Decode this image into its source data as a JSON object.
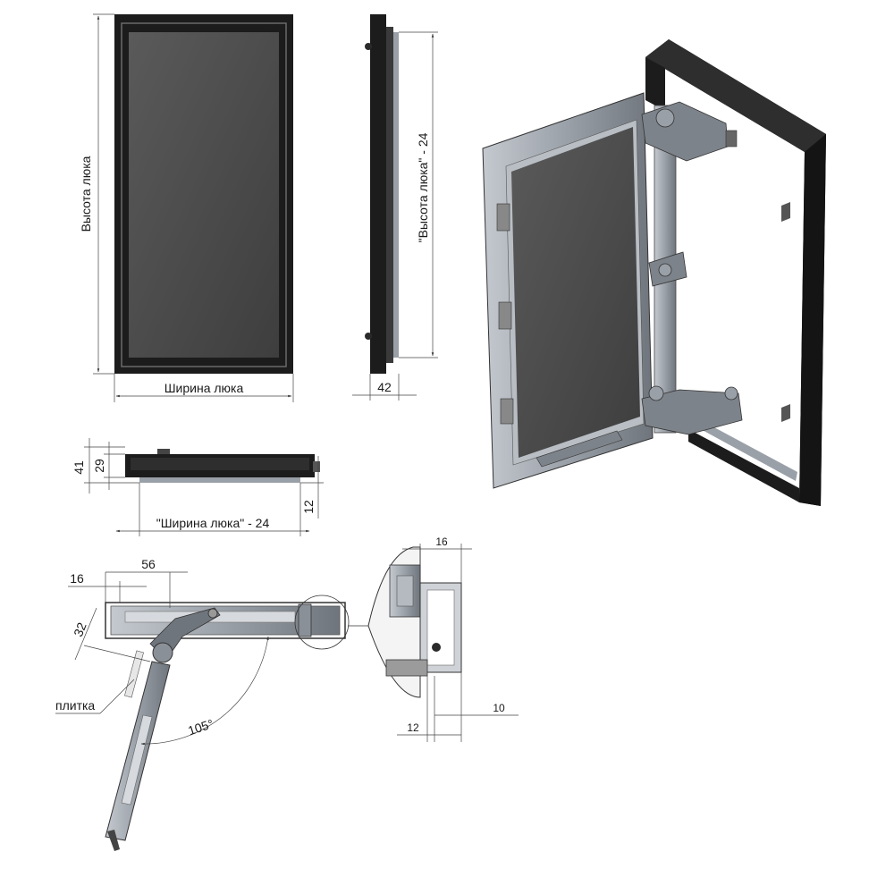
{
  "front_view": {
    "height_label": "Высота люка",
    "width_label": "Ширина люка"
  },
  "side_view": {
    "inner_height_label": "\"Высота люка\" - 24",
    "depth_label": "42"
  },
  "bottom_view": {
    "total_depth_label": "41",
    "frame_depth_label": "29",
    "offset_label": "12",
    "inner_width_label": "\"Ширина люка\" - 24"
  },
  "section_view": {
    "dim_16_label": "16",
    "dim_56_label": "56",
    "dim_32_label": "32",
    "tile_label": "плитка",
    "angle_label": "105°"
  },
  "detail_view": {
    "dim_16_label": "16",
    "dim_10_label": "10",
    "dim_12_label": "12"
  },
  "colors": {
    "frame": "#1c1c1c",
    "panel": "#4a4a4a",
    "metal": "#9aa0a8",
    "metal_dark": "#6f757c",
    "line": "#333333"
  }
}
